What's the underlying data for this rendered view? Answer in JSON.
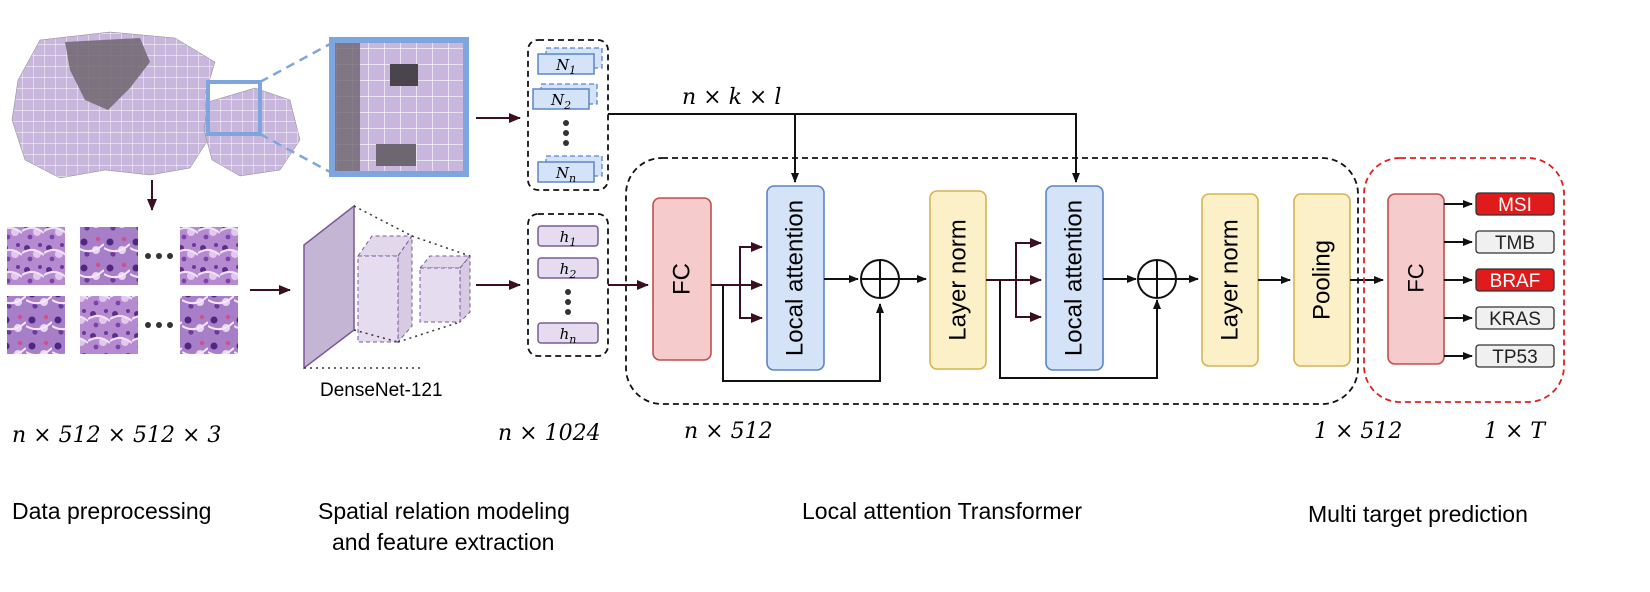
{
  "colors": {
    "fc_fill": "#f6cbcb",
    "fc_stroke": "#c0504d",
    "attn_fill": "#d4e3f7",
    "attn_stroke": "#5b86c5",
    "norm_fill": "#fcf0c8",
    "norm_stroke": "#d6b451",
    "tissue": "#c9b6dc",
    "tissue_dark": "#6e6670",
    "zoom_frame": "#7ea6de",
    "token_fill": "#e6dcef",
    "token_stroke": "#7a5a96",
    "arrow_dark": "#3a1020",
    "dashed_red": "#e02020",
    "target_red": "#e11b1b",
    "target_gray": "#f0f0f0"
  },
  "preprocess": {
    "input_shape": "n × 512 × 512 × 3",
    "stage_label": "Data preprocessing"
  },
  "spatial": {
    "model_name": "DenseNet-121",
    "neighborhoods": [
      "N1",
      "N2",
      "Nn"
    ],
    "features": [
      "h1",
      "h2",
      "hn"
    ],
    "feature_shape": "n × 1024",
    "neighborhood_shape": "n × k × l",
    "stage_label_line1": "Spatial relation modeling",
    "stage_label_line2": "and feature extraction"
  },
  "transformer": {
    "fc_label": "FC",
    "attention_label": "Local attention",
    "norm_label": "Layer norm",
    "pooling_label": "Pooling",
    "in_shape": "n × 512",
    "out_shape": "1 × 512",
    "stage_label": "Local attention Transformer"
  },
  "prediction": {
    "fc_label": "FC",
    "targets": [
      {
        "label": "MSI",
        "highlight": true
      },
      {
        "label": "TMB",
        "highlight": false
      },
      {
        "label": "BRAF",
        "highlight": true
      },
      {
        "label": "KRAS",
        "highlight": false
      },
      {
        "label": "TP53",
        "highlight": false
      }
    ],
    "out_shape": "1 × T",
    "stage_label": "Multi target prediction"
  }
}
